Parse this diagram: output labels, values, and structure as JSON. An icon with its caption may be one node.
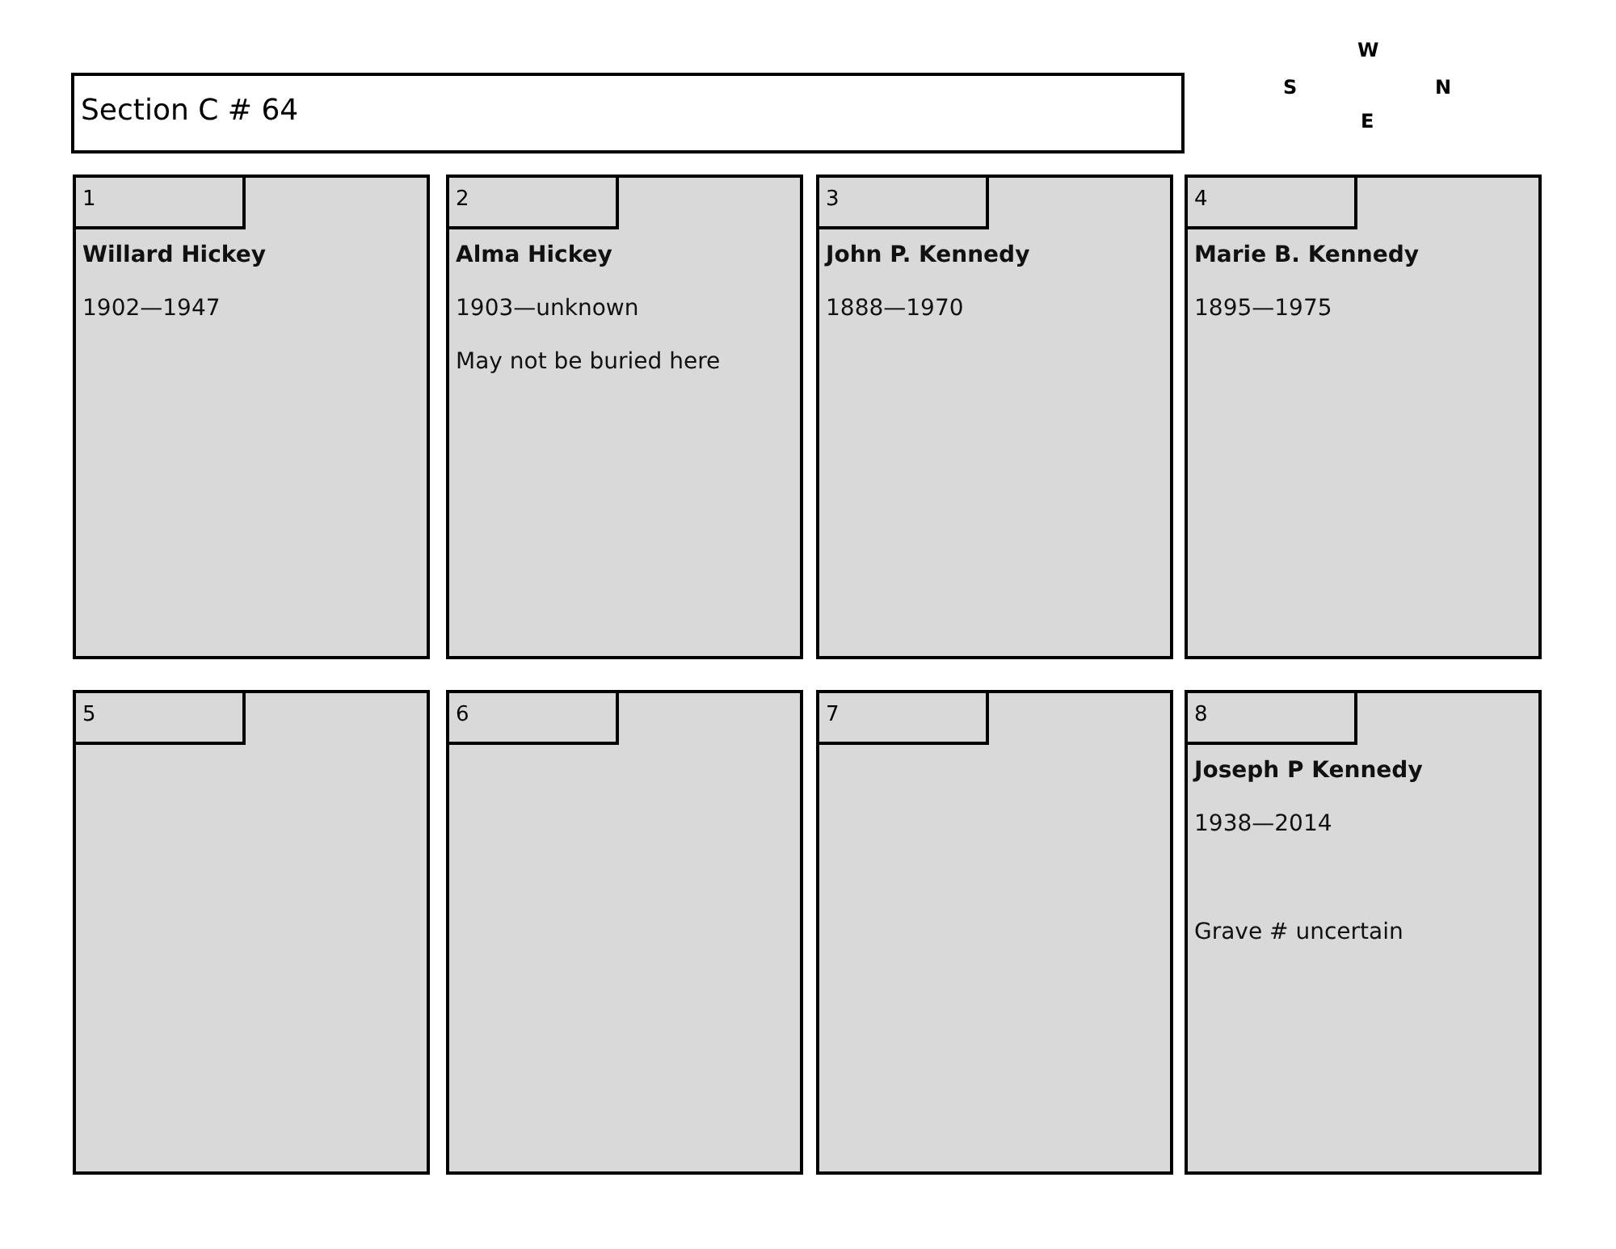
{
  "diagram": {
    "nodes": [
      {
        "text": [
          "Section C # 64"
        ]
      },
      {
        "text": [
          "Willard Hickey",
          "1902—1947"
        ]
      },
      {
        "text": [
          "1"
        ],
        "in": 1
      },
      {
        "text": [
          "Alma Hickey",
          "1903—unknown",
          "May not be buried here"
        ]
      },
      {
        "text": [
          "2"
        ],
        "in": 3
      },
      {
        "text": [
          "John P. Kennedy",
          "1888—1970"
        ]
      },
      {
        "text": [
          "3"
        ],
        "in": 5
      },
      {
        "text": [
          "Marie B. Kennedy",
          "1895—1975"
        ]
      },
      {
        "text": [
          "4"
        ],
        "in": 7
      },
      {
        "text": [],
        "shape": "box"
      },
      {
        "text": [
          "5"
        ],
        "in": 9
      },
      {
        "text": [],
        "shape": "box"
      },
      {
        "text": [
          "6"
        ],
        "in": 11
      },
      {
        "text": [],
        "shape": "box"
      },
      {
        "text": [
          "7"
        ],
        "in": 13
      },
      {
        "text": [
          "Joseph P Kennedy",
          "1938—2014",
          "Grave # uncertain"
        ]
      },
      {
        "text": [
          "8"
        ],
        "in": 15
      }
    ],
    "edges": [],
    "labels": [
      "W",
      "S",
      "N",
      "E"
    ]
  }
}
